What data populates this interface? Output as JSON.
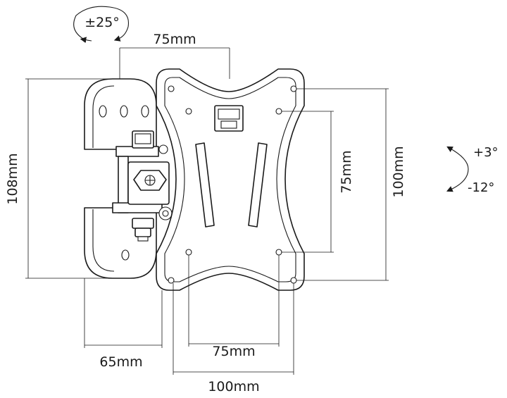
{
  "dimensions": {
    "top_hole_spacing": "75mm",
    "wall_plate_height": "108mm",
    "depth": "65mm",
    "bottom_inner_spacing": "75mm",
    "bottom_outer_spacing": "100mm",
    "vertical_inner_spacing": "75mm",
    "vertical_outer_spacing": "100mm"
  },
  "rotation": {
    "swivel": "±25°",
    "tilt_up": "+3°",
    "tilt_down": "-12°"
  },
  "colors": {
    "line": "#1a1a1a",
    "background": "#ffffff"
  }
}
